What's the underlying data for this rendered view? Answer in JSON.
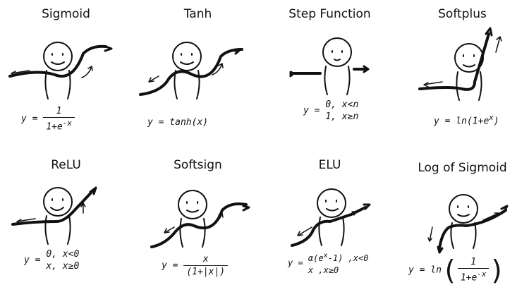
{
  "panels": [
    {
      "title": "Sigmoid",
      "formula": {
        "lhs": "y =",
        "num": "1",
        "den": "1+e",
        "den_sup": "-x"
      }
    },
    {
      "title": "Tanh",
      "formula": {
        "text": "y = tanh(x)"
      }
    },
    {
      "title": "Step Function",
      "formula": {
        "lhs": "y =",
        "case1": "0,  x<n",
        "case2": "1,  x≥n"
      }
    },
    {
      "title": "Softplus",
      "formula": {
        "text": "y = ln(1+e",
        "sup": "x",
        "tail": ")"
      }
    },
    {
      "title": "ReLU",
      "formula": {
        "lhs": "y =",
        "case1": "0,  x<0",
        "case2": "x,  x≥0"
      }
    },
    {
      "title": "Softsign",
      "formula": {
        "lhs": "y =",
        "num": "x",
        "den": "(1+|x|)"
      }
    },
    {
      "title": "ELU",
      "formula": {
        "lhs": "y =",
        "case1": "α(e",
        "case1_sup": "x",
        "case1_tail": "-1) ,x<0",
        "case2": "x          ,x≥0"
      }
    },
    {
      "title": "Log of Sigmoid",
      "formula": {
        "lhs": "y = ln",
        "num": "1",
        "den": "1+e",
        "den_sup": "-x"
      }
    }
  ],
  "icons": [
    "stick-figure",
    "arrow"
  ]
}
